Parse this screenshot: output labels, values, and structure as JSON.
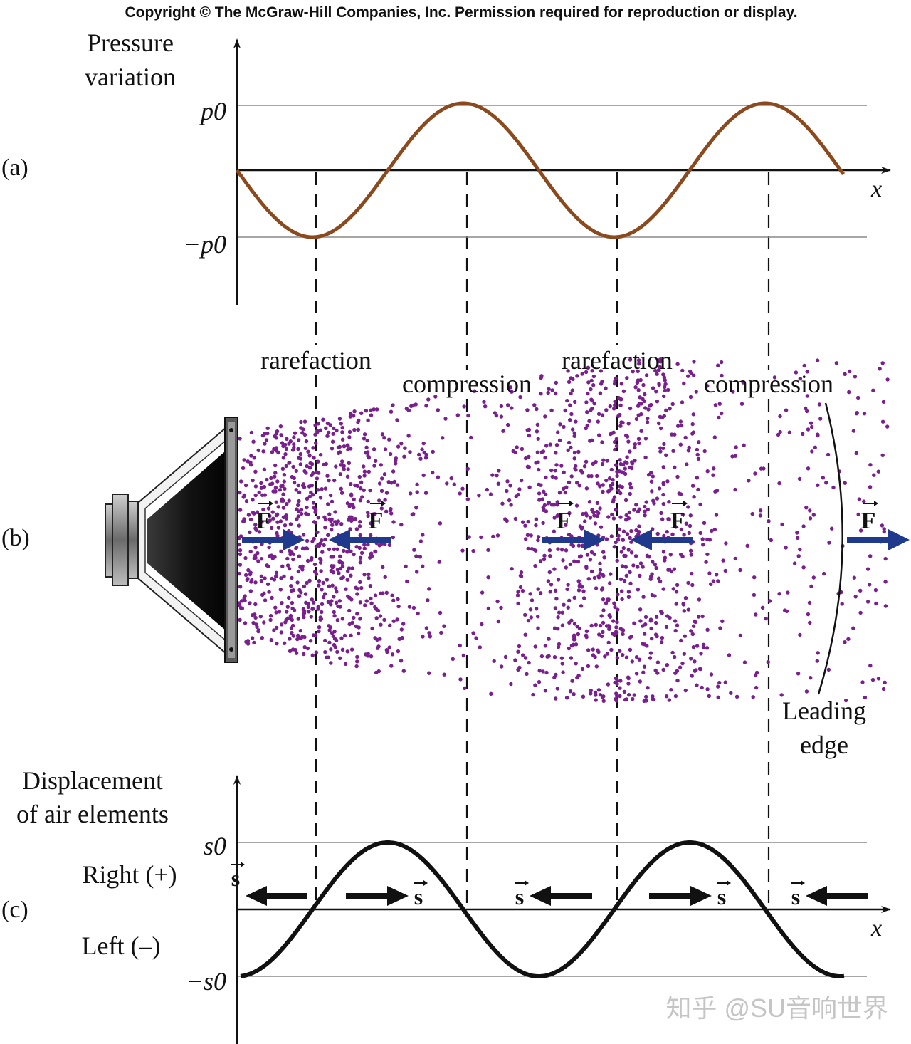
{
  "copyright": "Copyright © The McGraw-Hill Companies, Inc. Permission required for reproduction or display.",
  "watermark": "知乎 @SU音响世界",
  "panel_a": {
    "label": "(a)",
    "y_title_line1": "Pressure",
    "y_title_line2": "variation",
    "pos_level": "p0",
    "neg_level": "−p0",
    "x_axis": "x"
  },
  "panel_b": {
    "label": "(b)",
    "annotations": [
      "rarefaction",
      "compression",
      "rarefaction",
      "compression"
    ],
    "force": "F",
    "force_directions": [
      "right",
      "left",
      "right",
      "left",
      "right"
    ],
    "leading_edge_line1": "Leading",
    "leading_edge_line2": "edge"
  },
  "panel_c": {
    "label": "(c)",
    "y_title_line1": "Displacement",
    "y_title_line2": "of air elements",
    "pos_level": "s0",
    "neg_level": "−s0",
    "right_label": "Right (+)",
    "left_label": "Left (–)",
    "x_axis": "x",
    "displacement": "s",
    "displacement_directions": [
      "left",
      "right",
      "left",
      "right",
      "left"
    ]
  },
  "colors": {
    "pressure_curve": "#8B4A1E",
    "molecule": "#7A1F8E",
    "force_arrow": "#1F3A8C",
    "axis": "#111111",
    "level_line": "#888888"
  }
}
